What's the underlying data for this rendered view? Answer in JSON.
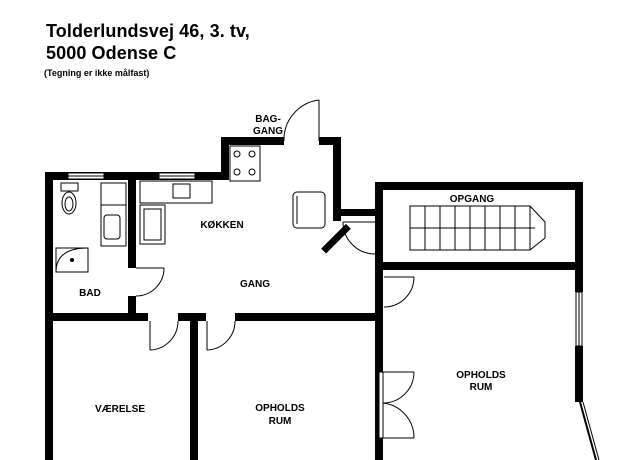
{
  "header": {
    "address_line1": "Tolderlundsvej 46, 3. tv,",
    "address_line2": "5000 Odense C",
    "note": "(Tegning er ikke målfast)"
  },
  "rooms": {
    "bag_gang_1": "BAG-",
    "bag_gang_2": "GANG",
    "kokken": "KØKKEN",
    "bad": "BAD",
    "gang": "GANG",
    "opgang": "OPGANG",
    "vaerelse": "VÆRELSE",
    "opholdsrum1_1": "OPHOLDS",
    "opholdsrum1_2": "RUM",
    "opholdsrum2_1": "OPHOLDS",
    "opholdsrum2_2": "RUM"
  }
}
